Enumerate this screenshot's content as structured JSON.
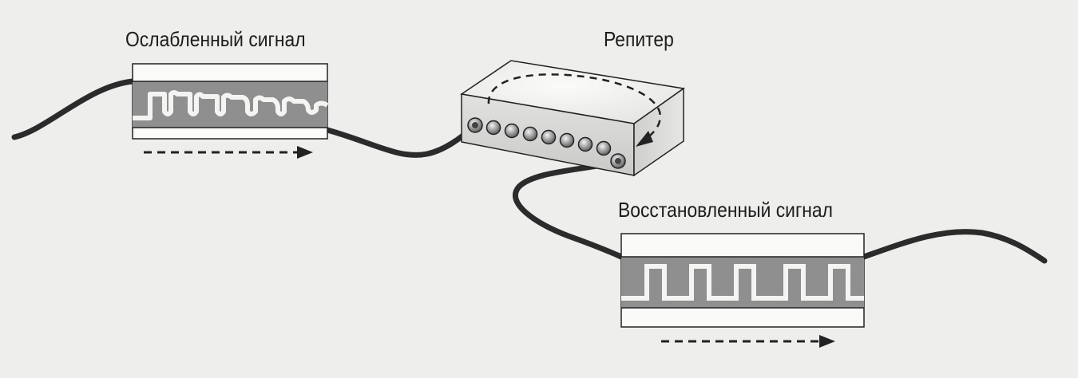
{
  "labels": {
    "weak_signal": "Ослабленный сигнал",
    "repeater": "Репитер",
    "restored_signal": "Восстановленный сигнал"
  },
  "colors": {
    "background": "#eeeeec",
    "cable": "#2b2b2b",
    "signal_band": "#8f8f8f",
    "box_face": "#d6d6d4",
    "box_top": "#f2f2f0",
    "outline": "#222222"
  },
  "icons": {
    "repeater": "repeater-box-icon",
    "flow_arrow": "dashed-arrow-right-icon",
    "loop_arrow": "dashed-loop-arrow-icon"
  }
}
